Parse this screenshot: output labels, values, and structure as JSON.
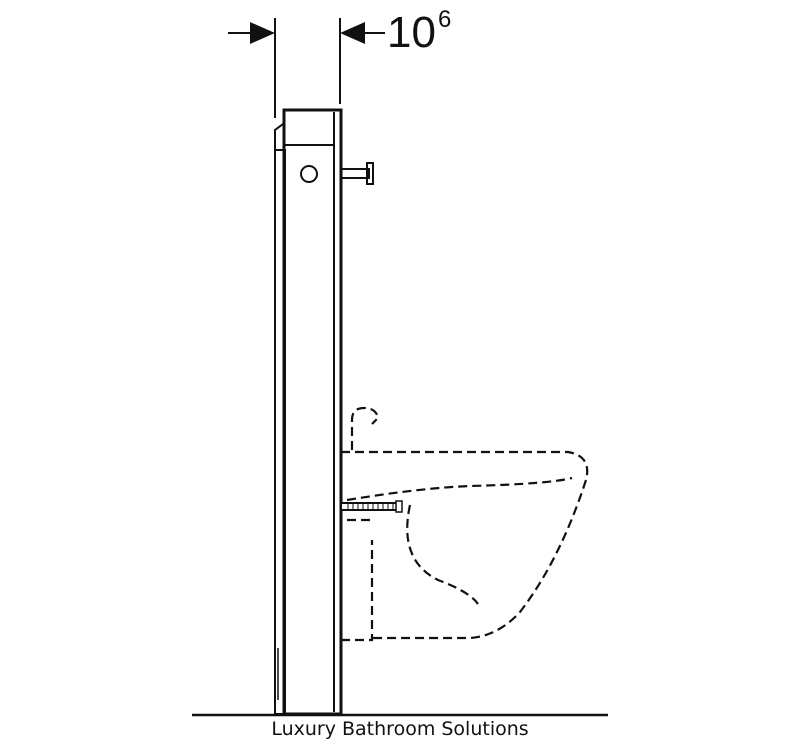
{
  "dimension": {
    "value": "10",
    "superscript": "6"
  },
  "caption": "Luxury Bathroom Solutions",
  "colors": {
    "line": "#111111",
    "background": "#ffffff"
  }
}
